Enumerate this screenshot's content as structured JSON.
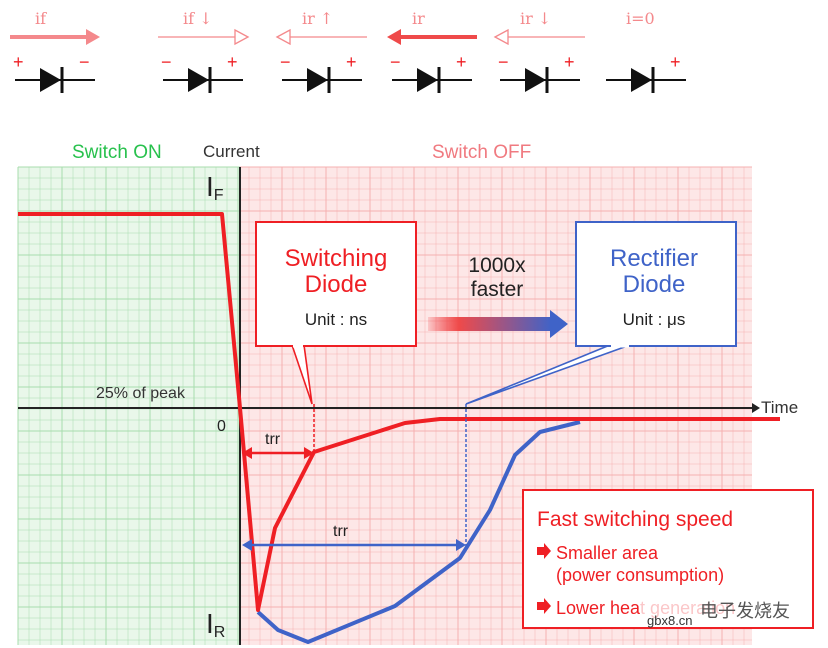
{
  "colors": {
    "green_region": "#e9f7ea",
    "green_grid": "#a8dcae",
    "pink_region": "#fde7e7",
    "pink_grid": "#f5b1b1",
    "red": "#ef1f24",
    "blue": "#3f63c8",
    "green_text": "#28c14d",
    "pink_text": "#f07a80",
    "light_red": "#f4898c",
    "dark": "#222222"
  },
  "top_states": [
    {
      "label": "if",
      "arrow": "right-filled",
      "left_sign": "+",
      "right_sign": "−"
    },
    {
      "label": "if ↓",
      "arrow": "right-outline",
      "left_sign": "−",
      "right_sign": "+"
    },
    {
      "label": "ir ↑",
      "arrow": "left-outline",
      "left_sign": "−",
      "right_sign": "+"
    },
    {
      "label": "ir",
      "arrow": "left-filled",
      "left_sign": "−",
      "right_sign": "+"
    },
    {
      "label": "ir ↓",
      "arrow": "left-outline",
      "left_sign": "−",
      "right_sign": "+"
    },
    {
      "label": "i=0",
      "arrow": "none",
      "left_sign": "",
      "right_sign": "+"
    }
  ],
  "labels": {
    "switch_on": "Switch ON",
    "current": "Current",
    "switch_off": "Switch OFF",
    "time": "Time",
    "if_peak": "I",
    "if_sub": "F",
    "ir_peak": "I",
    "ir_sub": "R",
    "zero": "0",
    "quarter_peak": "25% of peak",
    "trr_short": "trr",
    "trr_long": "trr",
    "faster_1": "1000x",
    "faster_2": "faster"
  },
  "switching_box": {
    "title_1": "Switching",
    "title_2": "Diode",
    "unit": "Unit : ns"
  },
  "rectifier_box": {
    "title_1": "Rectifier",
    "title_2": "Diode",
    "unit": "Unit : μs"
  },
  "feature_box": {
    "title": "Fast switching speed",
    "bullet_1_line_1": "Smaller area",
    "bullet_1_line_2": "(power consumption)",
    "bullet_2": "Lower heat generation"
  },
  "watermark": {
    "text": "电子发烧友",
    "site": "gbx8.cn"
  }
}
